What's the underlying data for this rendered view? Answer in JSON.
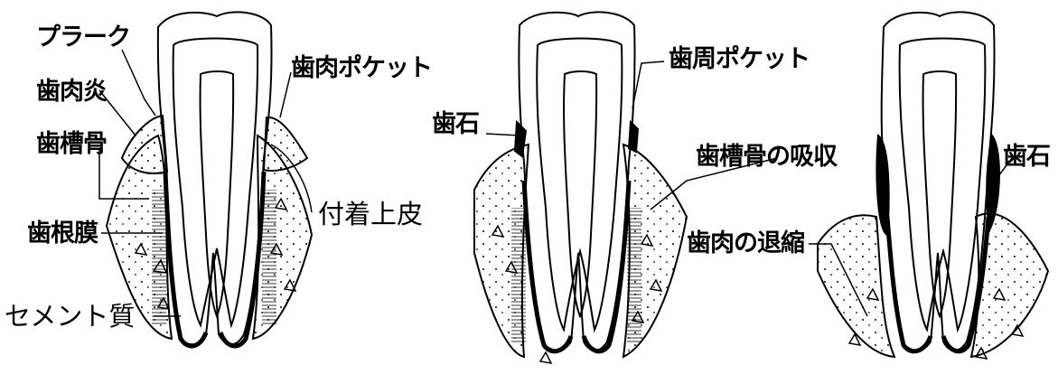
{
  "labels": {
    "plaque": "プラーク",
    "gingivitis": "歯肉炎",
    "alveolar_bone": "歯槽骨",
    "pdl": "歯根膜",
    "cementum": "セメント質",
    "gingival_pocket": "歯肉ポケット",
    "junctional_epithelium": "付着上皮",
    "calculus_1": "歯石",
    "periodontal_pocket": "歯周ポケット",
    "bone_resorption": "歯槽骨の吸収",
    "gingival_recession": "歯肉の退縮",
    "calculus_2": "歯石"
  }
}
